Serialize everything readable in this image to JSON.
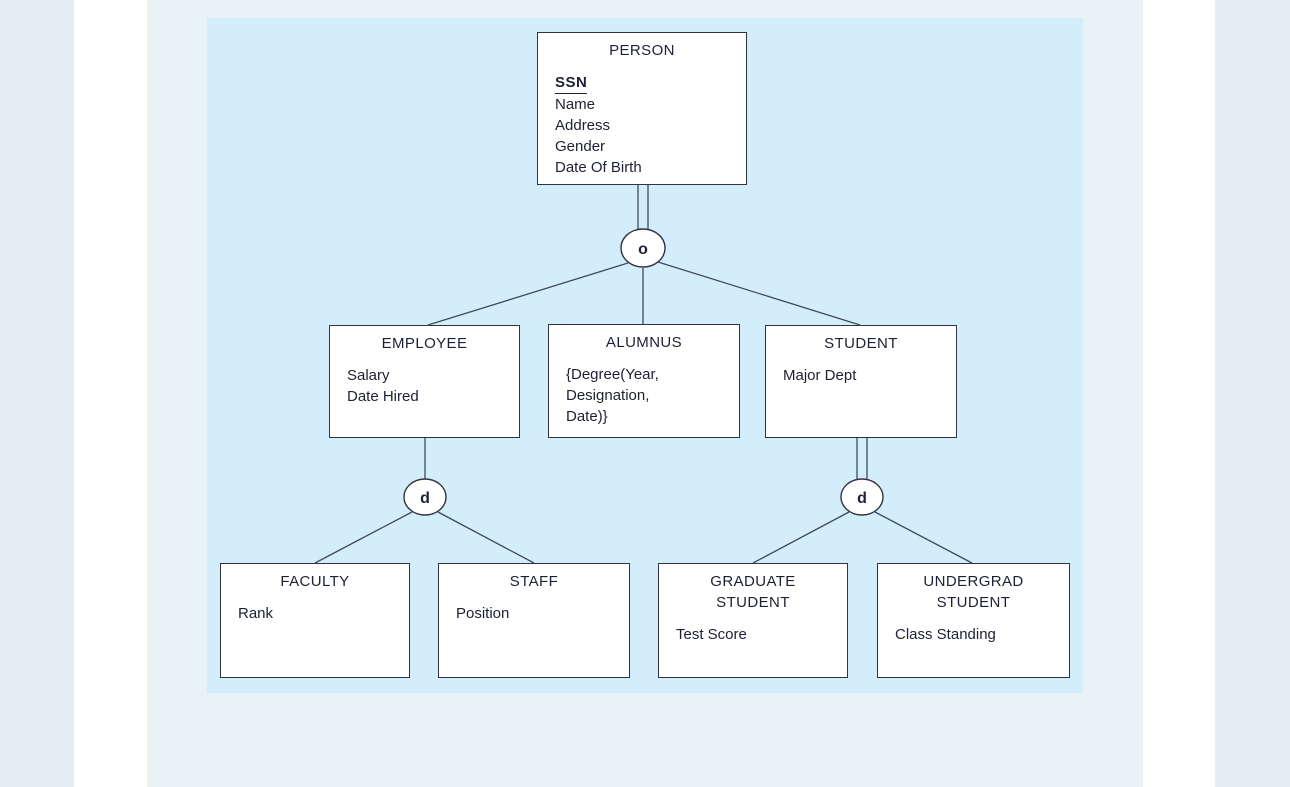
{
  "colors": {
    "diagram_bg": "#d4edfa",
    "page_panel_bg": "#e9f3f5",
    "outer_strip_bg": "#e2edf4",
    "box_bg": "#ffffff",
    "box_border": "#33333f",
    "line_color": "#3f4a5a",
    "text_color": "#1e2133"
  },
  "diagram": {
    "type": "eer-specialization-hierarchy",
    "entities": [
      {
        "id": "person",
        "name": "PERSON",
        "key_attribute": "SSN",
        "attributes": [
          "SSN",
          "Name",
          "Address",
          "Gender",
          "Date Of Birth"
        ]
      },
      {
        "id": "employee",
        "name": "EMPLOYEE",
        "attributes": [
          "Salary",
          "Date Hired"
        ]
      },
      {
        "id": "alumnus",
        "name": "ALUMNUS",
        "attributes": [
          "{Degree(Year,",
          "Designation,",
          "Date)}"
        ]
      },
      {
        "id": "student",
        "name": "STUDENT",
        "attributes": [
          "Major Dept"
        ]
      },
      {
        "id": "faculty",
        "name": "FACULTY",
        "attributes": [
          "Rank"
        ]
      },
      {
        "id": "staff",
        "name": "STAFF",
        "attributes": [
          "Position"
        ]
      },
      {
        "id": "graduate-student",
        "name": "GRADUATE STUDENT",
        "attributes": [
          "Test Score"
        ]
      },
      {
        "id": "undergrad-student",
        "name": "UNDERGRAD STUDENT",
        "attributes": [
          "Class Standing"
        ]
      }
    ],
    "circles": [
      {
        "id": "person-specialization",
        "symbol": "o",
        "parent": "PERSON",
        "children": [
          "EMPLOYEE",
          "ALUMNUS",
          "STUDENT"
        ],
        "parent_link": "double"
      },
      {
        "id": "employee-specialization",
        "symbol": "d",
        "parent": "EMPLOYEE",
        "children": [
          "FACULTY",
          "STAFF"
        ],
        "parent_link": "single"
      },
      {
        "id": "student-specialization",
        "symbol": "d",
        "parent": "STUDENT",
        "children": [
          "GRADUATE STUDENT",
          "UNDERGRAD STUDENT"
        ],
        "parent_link": "double"
      }
    ]
  }
}
